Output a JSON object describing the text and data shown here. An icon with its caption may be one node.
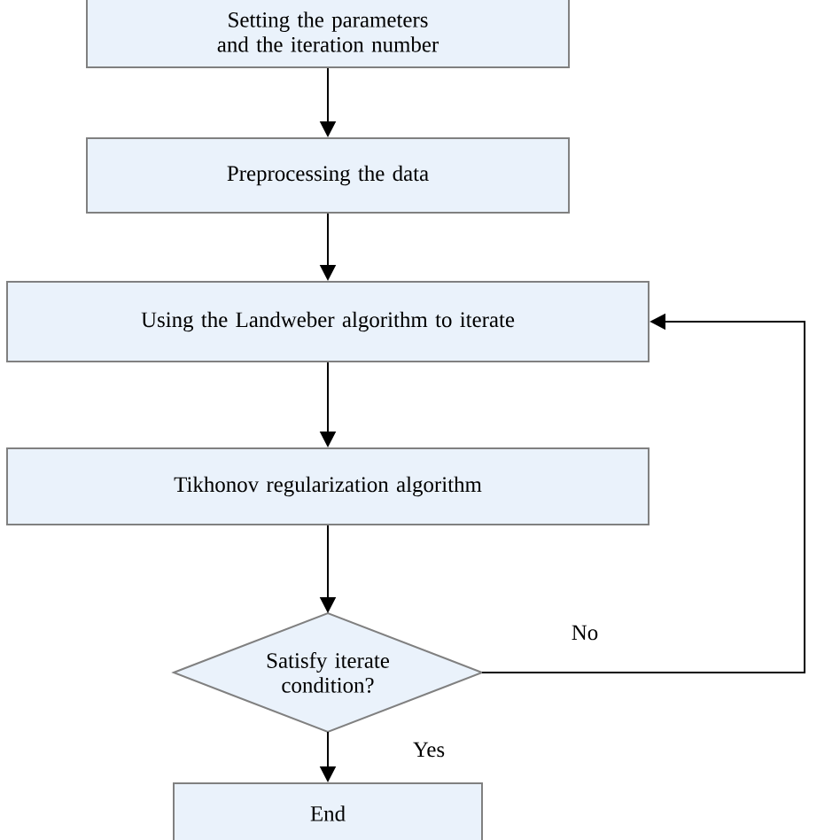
{
  "diagram": {
    "nodes": [
      {
        "text": [
          "Setting the parameters and the iteration number"
        ]
      },
      {
        "text": [
          "Preprocessing the data"
        ]
      },
      {
        "text": [
          "Using the Landweber algorithm to iterate"
        ]
      },
      {
        "text": [
          "Tikhonov regularization algorithm"
        ]
      },
      {
        "text": [
          "Satisfy iterate condition?"
        ]
      },
      {
        "text": [
          "End"
        ]
      }
    ],
    "edges": [
      {
        "from": 0,
        "to": 1,
        "arrow": "to"
      },
      {
        "from": 1,
        "to": 2,
        "arrow": "to"
      },
      {
        "from": 2,
        "to": 3,
        "arrow": "to"
      },
      {
        "from": 3,
        "to": 4,
        "arrow": "to"
      },
      {
        "from": 4,
        "to": 5,
        "arrow": "to",
        "label": "Yes"
      },
      {
        "from": 4,
        "to": 2,
        "arrow": "to",
        "label": "No"
      }
    ]
  }
}
